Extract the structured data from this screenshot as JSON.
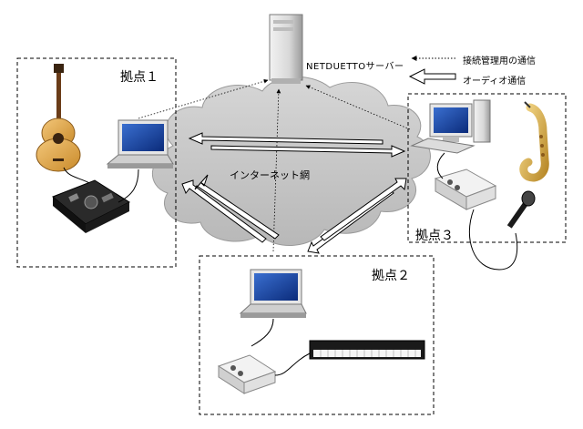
{
  "server": {
    "label": "NETDUETTOサーバー"
  },
  "legend": {
    "control_label": "接続管理用の通信",
    "audio_label": "オーディオ通信"
  },
  "network": {
    "label": "インターネット網"
  },
  "sites": {
    "site1": {
      "label": "拠点１"
    },
    "site2": {
      "label": "拠点２"
    },
    "site3": {
      "label": "拠点３"
    }
  },
  "colors": {
    "line": "#000000",
    "cloud": "#c8c8c8",
    "background": "#ffffff"
  }
}
